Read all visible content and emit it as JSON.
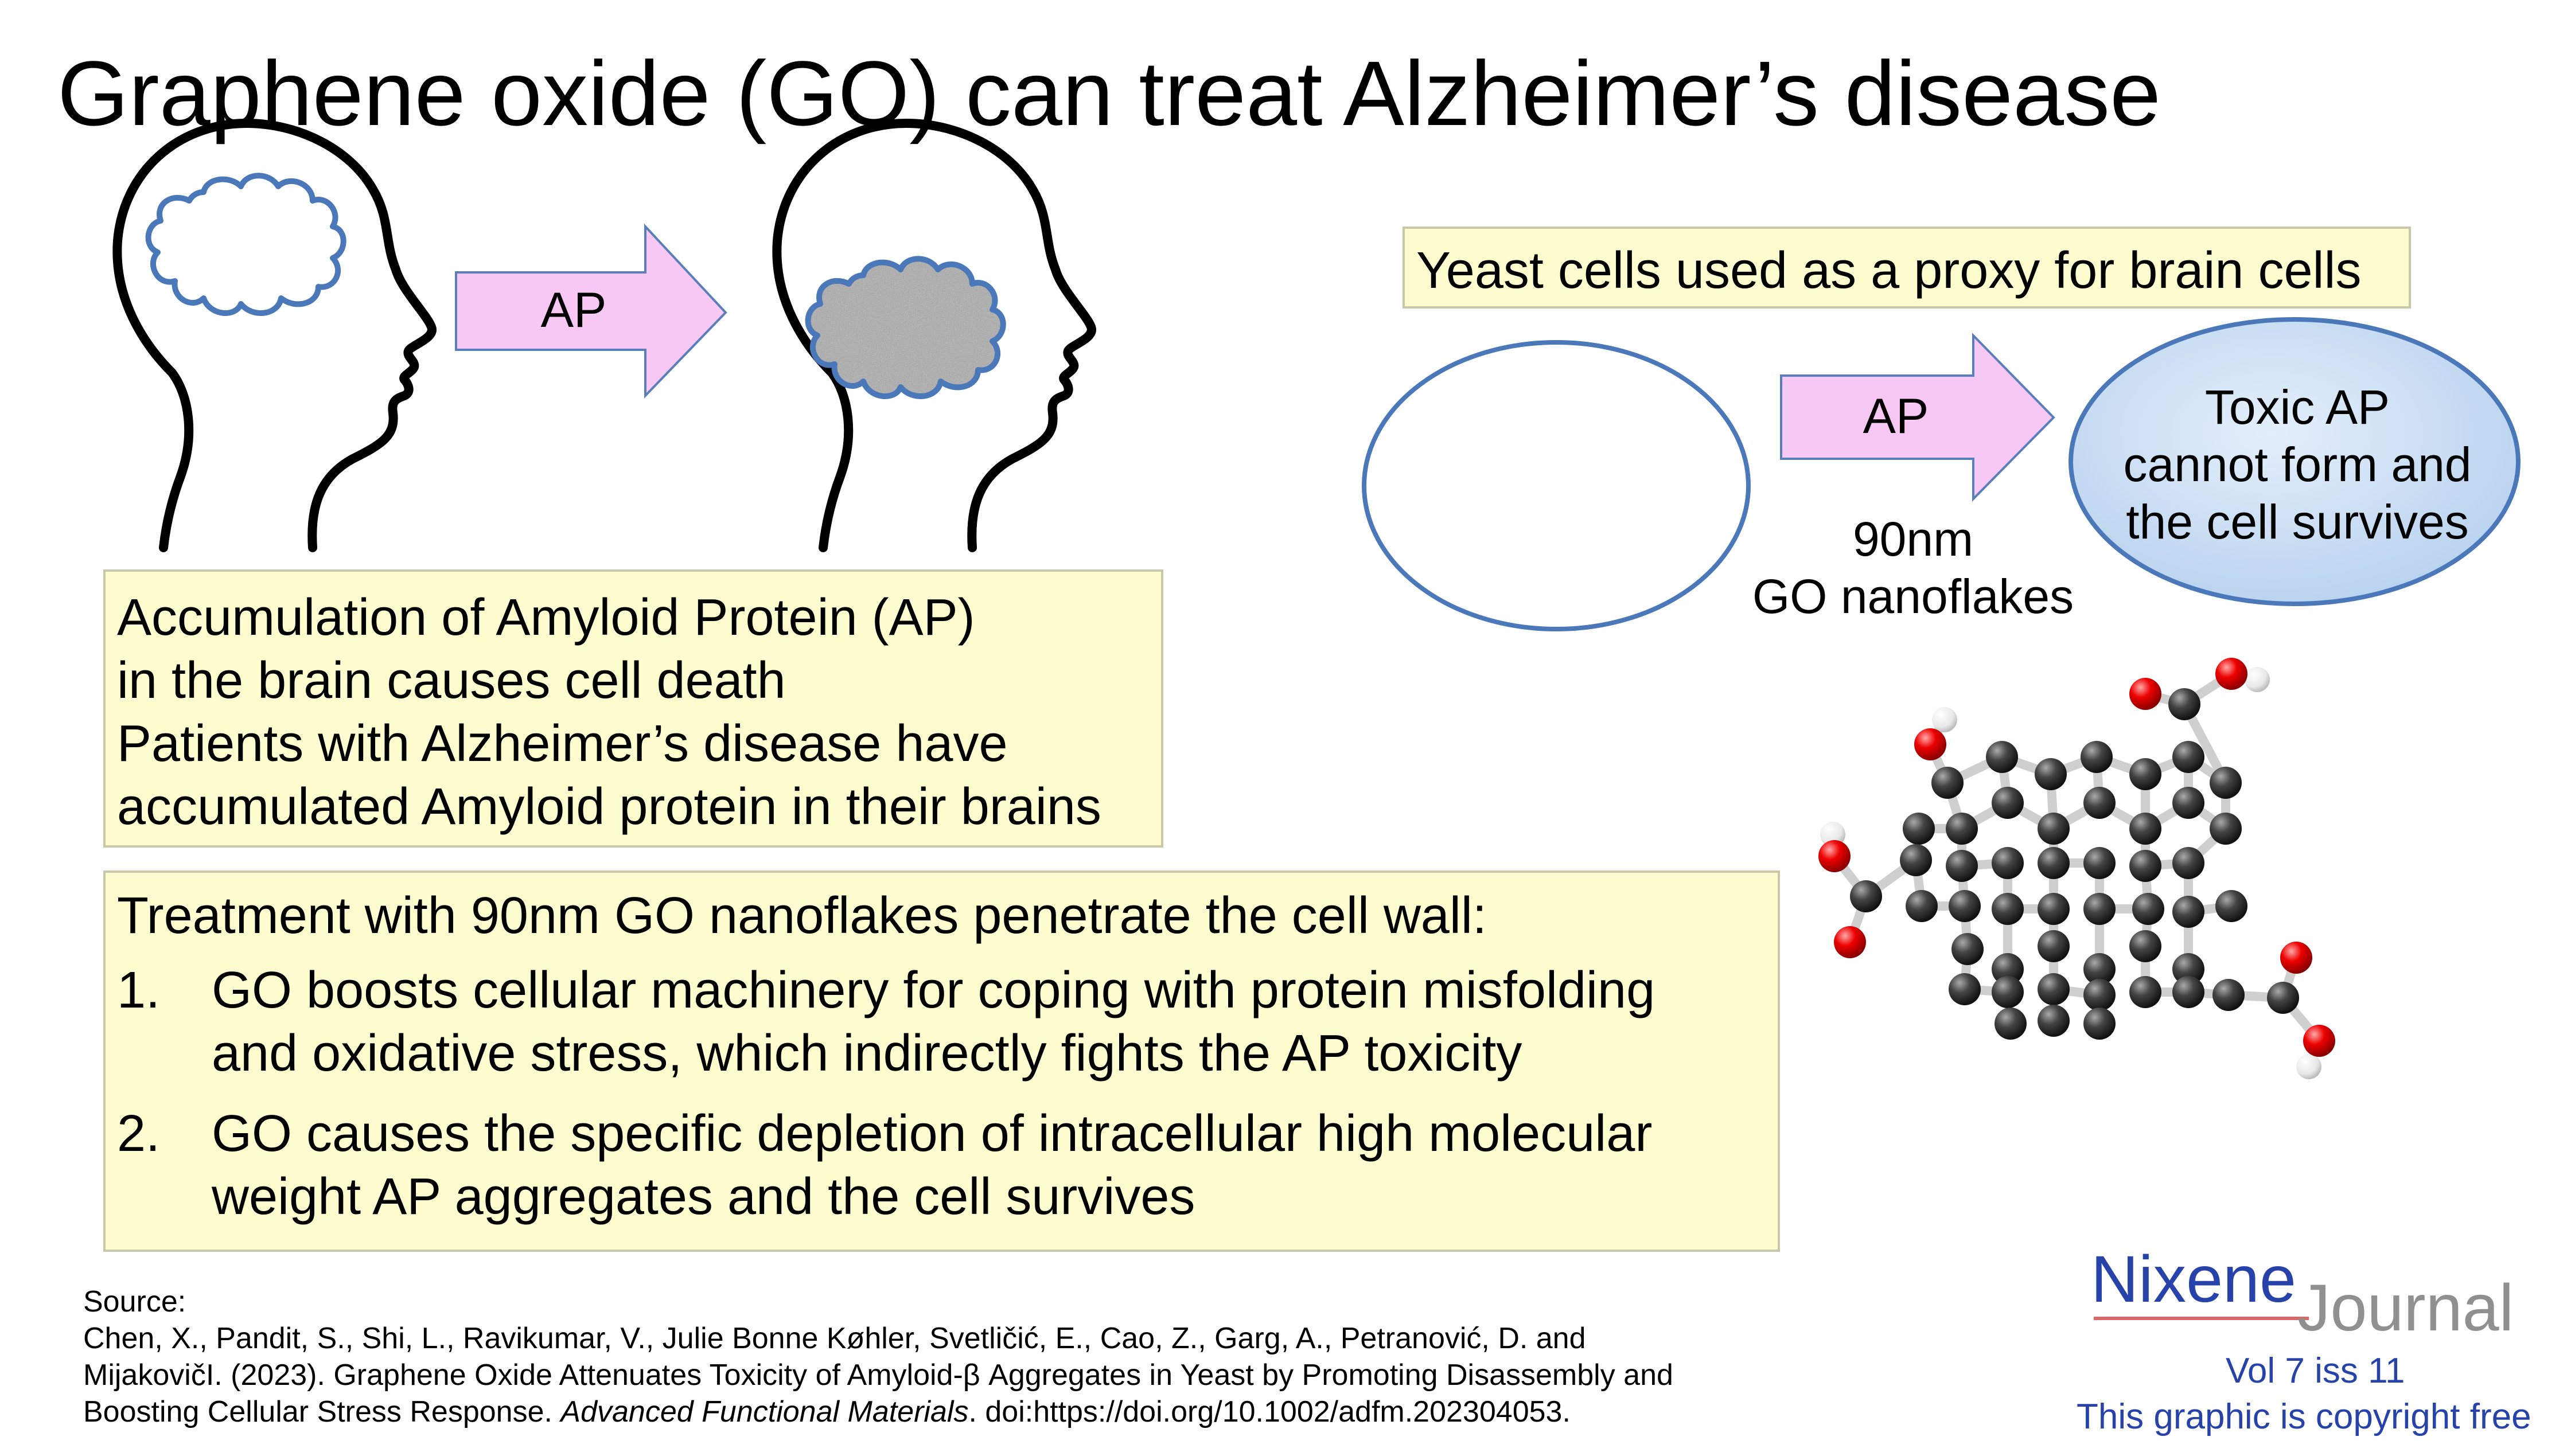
{
  "title": "Graphene oxide (GO) can treat Alzheimer’s disease",
  "brain_arrow_label": "AP",
  "accumulation_lines": [
    "Accumulation of Amyloid Protein (AP)",
    "in the brain causes cell death",
    "Patients with Alzheimer’s disease have",
    "accumulated Amyloid protein in their brains"
  ],
  "treatment": {
    "heading": "Treatment with 90nm GO nanoflakes penetrate the cell wall:",
    "items": [
      {
        "num": "1.",
        "lines": [
          "GO boosts cellular machinery for coping with protein misfolding",
          "and oxidative stress, which indirectly fights the AP toxicity"
        ]
      },
      {
        "num": "2.",
        "lines": [
          "GO causes the specific depletion of intracellular high molecular",
          "weight AP aggregates and the cell survives"
        ]
      }
    ]
  },
  "yeast": {
    "heading": "Yeast cells used as a proxy for brain cells",
    "arrow_label": "AP",
    "go_lines": [
      "90nm",
      "GO nanoflakes"
    ],
    "toxic_lines": [
      "Toxic AP",
      "cannot form and",
      "the cell survives"
    ]
  },
  "source": {
    "label": "Source:",
    "line1": "Chen, X., Pandit, S., Shi, L., Ravikumar, V., Julie Bonne Køhler, Svetličić, E., Cao, Z., Garg, A., Petranović, D. and",
    "line2": "MijakovičI. (2023). Graphene Oxide Attenuates Toxicity of Amyloid-β Aggregates in Yeast by Promoting Disassembly and",
    "line3_a": "Boosting Cellular Stress Response. ",
    "line3_journal": "Advanced Functional Materials",
    "line3_b": ". doi:https://doi.org/10.1002/adfm.202304053."
  },
  "brand": {
    "name_a": "Nixene",
    "name_b": "Journal",
    "volume": "Vol 7 iss 11",
    "copyright": "This graphic is copyright free"
  },
  "colors": {
    "arrow_fill": "#f8c8f4",
    "box_fill": "#fdfdcf",
    "cell_outline": "#4a78b8",
    "brand_blue": "#2742a8"
  }
}
